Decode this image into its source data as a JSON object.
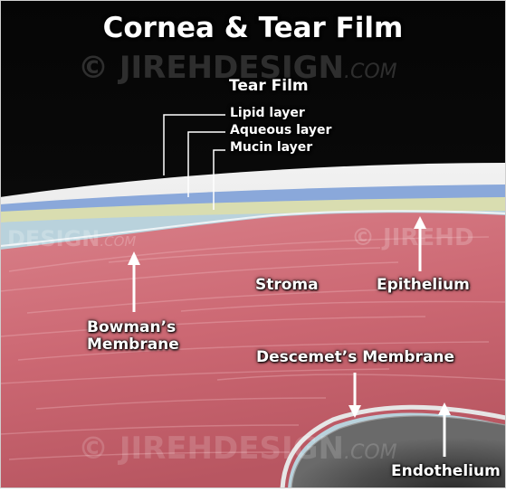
{
  "title": "Cornea & Tear Film",
  "watermark": {
    "mark": "©",
    "brand_bold": "JIREHDESIGN",
    "brand_com": ".COM",
    "fragment_left": "DESIGN",
    "fragment_left_com": ".COM",
    "fragment_right": "© JIREHD"
  },
  "labels": {
    "tear_film": "Tear Film",
    "lipid_layer": "Lipid layer",
    "aqueous_layer": "Aqueous layer",
    "mucin_layer": "Mucin layer",
    "stroma": "Stroma",
    "epithelium": "Epithelium",
    "bowmans_line1": "Bowman’s",
    "bowmans_line2": "Membrane",
    "descemets": "Descemet’s Membrane",
    "endothelium": "Endothelium"
  },
  "colors": {
    "background": "#000000",
    "lipid": "#e2e2e2",
    "aqueous": "#8aa8da",
    "mucin": "#d9ddb0",
    "epithelium": "#b9d2dc",
    "stroma": "#cc6a74",
    "stroma_highlight": "#f1b9bf",
    "descemet": "#e6e6e6",
    "endothelium_shadow": "#4a4a4a",
    "label": "#ffffff"
  }
}
